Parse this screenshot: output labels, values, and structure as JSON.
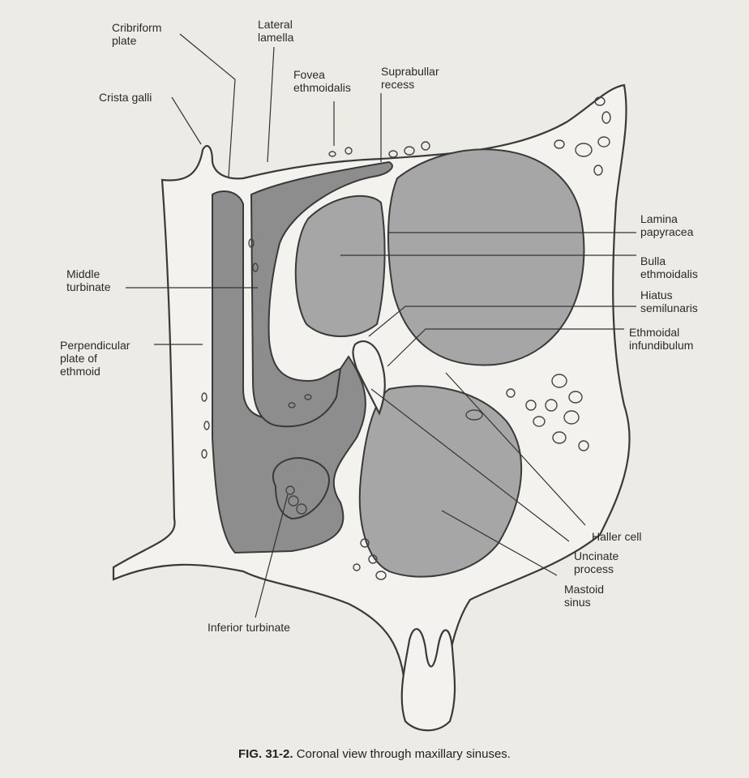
{
  "labels": {
    "cribriform_plate": "Cribriform\nplate",
    "lateral_lamella": "Lateral\nlamella",
    "fovea_ethmoidalis": "Fovea\nethmoidalis",
    "suprabullar_recess": "Suprabullar\nrecess",
    "crista_galli": "Crista galli",
    "lamina_papyracea": "Lamina\npapyracea",
    "bulla_ethmoidalis": "Bulla\nethmoidalis",
    "hiatus_semilunaris": "Hiatus\nsemilunaris",
    "ethmoidal_infundibulum": "Ethmoidal\ninfundibulum",
    "middle_turbinate": "Middle\nturbinate",
    "perpendicular_plate": "Perpendicular\nplate of\nethmoid",
    "haller_cell": "Haller cell",
    "uncinate_process": "Uncinate\nprocess",
    "mastoid_sinus": "Mastoid\nsinus",
    "inferior_turbinate": "Inferior turbinate"
  },
  "caption": {
    "fig_number": "FIG. 31-2.",
    "text": " Coronal view through maxillary sinuses."
  }
}
